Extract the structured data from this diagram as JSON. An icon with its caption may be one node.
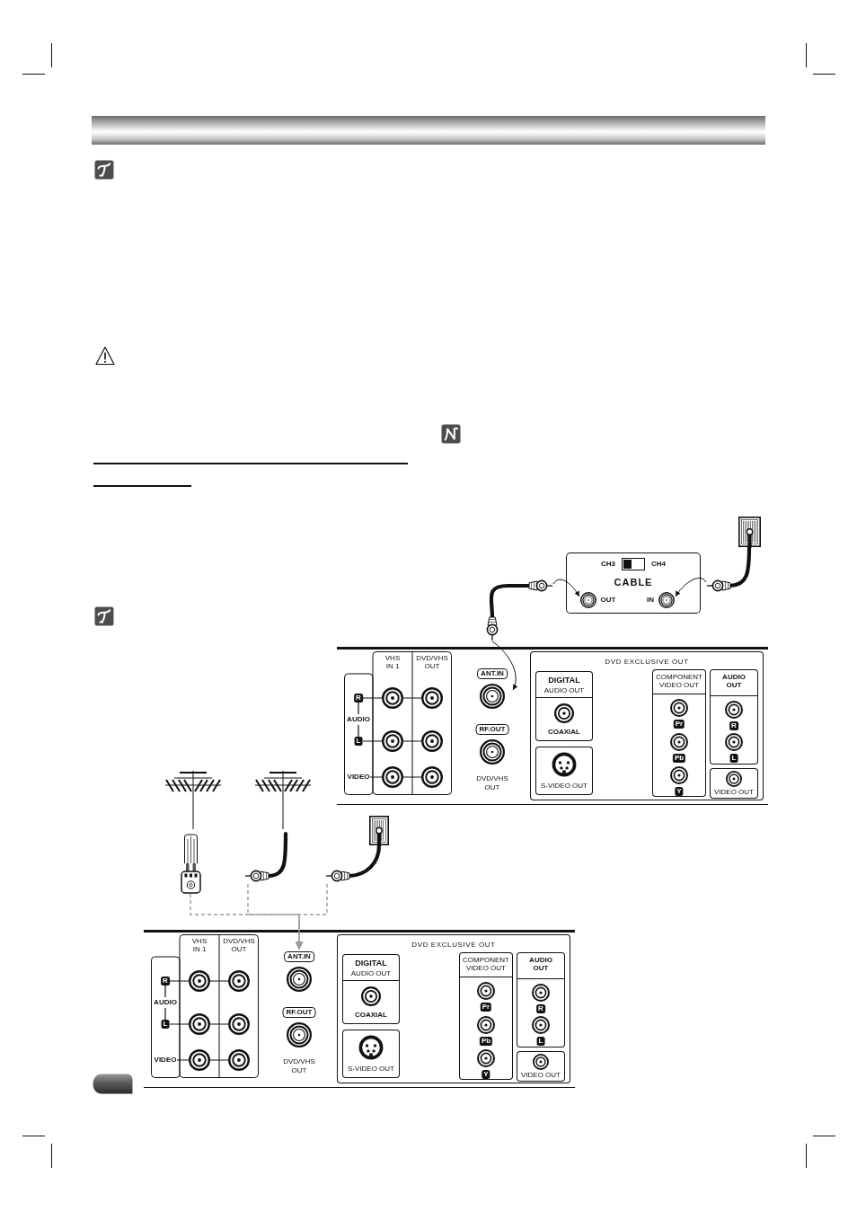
{
  "diagram": {
    "nodes": [
      {
        "text": [],
        "shape": "picture"
      },
      {
        "text": [],
        "shape": "picture"
      },
      {
        "text": [],
        "shape": "picture"
      },
      {
        "text": [],
        "shape": "picture"
      },
      {
        "text": [],
        "shape": "picture"
      },
      {
        "text": [],
        "shape": "picture"
      },
      {
        "text": [
          "VHS IN 1",
          "DVD/VHS OUT",
          "R",
          "AUDIO",
          "L",
          "VIDEO"
        ]
      },
      {
        "text": [
          "ANT.IN"
        ]
      },
      {
        "text": [
          "RF.OUT",
          "DVD/VHS OUT"
        ]
      },
      {
        "text": [
          "DVD EXCLUSIVE OUT"
        ]
      },
      {
        "text": [
          "DIGITAL",
          "AUDIO OUT",
          "COAXIAL"
        ],
        "in": 9
      },
      {
        "text": [
          "S-VIDEO OUT"
        ],
        "in": 9
      },
      {
        "text": [
          "COMPONENT VIDEO OUT",
          "Pr",
          "Pb",
          "Y"
        ],
        "in": 9
      },
      {
        "text": [
          "AUDIO OUT",
          "R",
          "L"
        ],
        "in": 9
      },
      {
        "text": [
          "VIDEO OUT"
        ],
        "in": 9
      },
      {
        "text": [],
        "shape": "picture"
      },
      {
        "text": [
          "CH3",
          "CH4",
          "CABLE"
        ]
      },
      {
        "text": [
          "OUT"
        ],
        "in": 16
      },
      {
        "text": [
          "IN"
        ],
        "in": 16
      },
      {
        "text": [],
        "shape": "picture"
      },
      {
        "text": [],
        "shape": "picture"
      },
      {
        "text": [
          "VHS IN 1",
          "DVD/VHS OUT",
          "R",
          "AUDIO",
          "L",
          "VIDEO"
        ]
      },
      {
        "text": [
          "ANT.IN"
        ]
      },
      {
        "text": [
          "RF.OUT",
          "DVD/VHS OUT"
        ]
      },
      {
        "text": [
          "DVD EXCLUSIVE OUT"
        ]
      },
      {
        "text": [
          "DIGITAL",
          "AUDIO OUT",
          "COAXIAL"
        ],
        "in": 24
      },
      {
        "text": [
          "S-VIDEO OUT"
        ],
        "in": 24
      },
      {
        "text": [
          "COMPONENT VIDEO OUT",
          "Pr",
          "Pb",
          "Y"
        ],
        "in": 24
      },
      {
        "text": [
          "AUDIO OUT",
          "R",
          "L"
        ],
        "in": 24
      },
      {
        "text": [
          "VIDEO OUT"
        ],
        "in": 24
      }
    ],
    "edges": [
      {
        "from": 3,
        "to": 7,
        "arrow": "to",
        "style": "dashed",
        "color": "#9a9a9a"
      },
      {
        "from": 4,
        "to": 7,
        "arrow": "to",
        "style": "dashed",
        "color": "#9a9a9a"
      },
      {
        "from": 5,
        "to": 7,
        "arrow": "to",
        "style": "dashed",
        "color": "#9a9a9a"
      },
      {
        "from": 19,
        "to": 18,
        "arrow": "to",
        "color": "#111111"
      },
      {
        "from": 20,
        "to": 17,
        "arrow": "to",
        "color": "#111111"
      },
      {
        "from": 20,
        "to": 22,
        "arrow": "to",
        "color": "#111111"
      }
    ]
  }
}
